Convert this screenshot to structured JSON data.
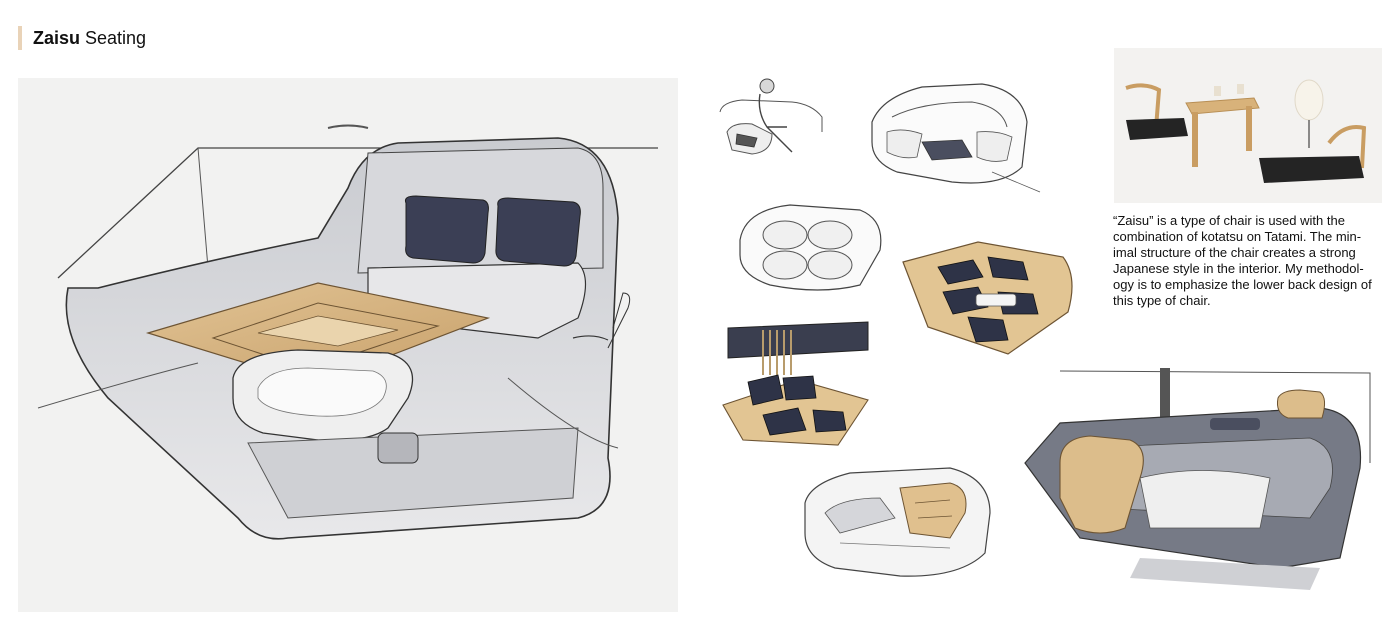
{
  "header": {
    "title_bold": "Zaisu",
    "title_rest": " Seating"
  },
  "description": "“Zaisu” is a type of chair is used with the combination of kotatsu on Tatami. The min-imal structure of the chair creates a strong Japanese style in the interior. My methodol-ogy is to emphasize the lower back design of this type of chair.",
  "colors": {
    "accent": "#e9d3b8",
    "wood": "#d9b987",
    "cushion": "#2e3347",
    "seat_grey": "#b9bcc3",
    "panel": "#f2f2f1"
  }
}
